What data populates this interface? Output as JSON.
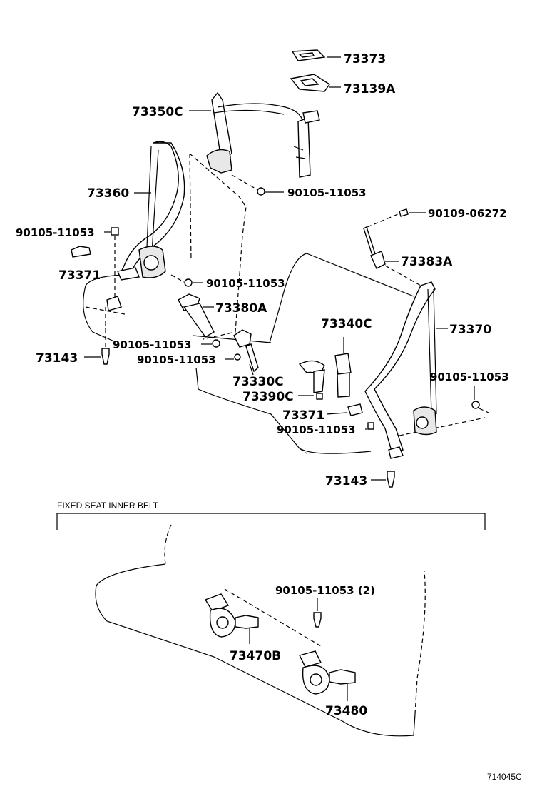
{
  "labels": {
    "p73373": "73373",
    "p73139a": "73139A",
    "p73350c": "73350C",
    "p73360": "73360",
    "bolt_90105_a": "90105-11053",
    "bolt_90109": "90109-06272",
    "bolt_90105_b": "90105-11053",
    "p73371_a": "73371",
    "p73383a": "73383A",
    "bolt_90105_c": "90105-11053",
    "p73380a": "73380A",
    "p73340c": "73340C",
    "p73370": "73370",
    "bolt_90105_d": "90105-11053",
    "p73143_a": "73143",
    "bolt_90105_e": "90105-11053",
    "bolt_90105_f": "90105-11053",
    "p73330c": "73330C",
    "p73390c": "73390C",
    "p73371_b": "73371",
    "bolt_90105_g": "90105-11053",
    "p73143_b": "73143",
    "section_title": "FIXED SEAT INNER BELT",
    "bolt_90105_h": "90105-11053 (2)",
    "p73470b": "73470B",
    "p73480": "73480",
    "diagram_code": "714045C"
  }
}
